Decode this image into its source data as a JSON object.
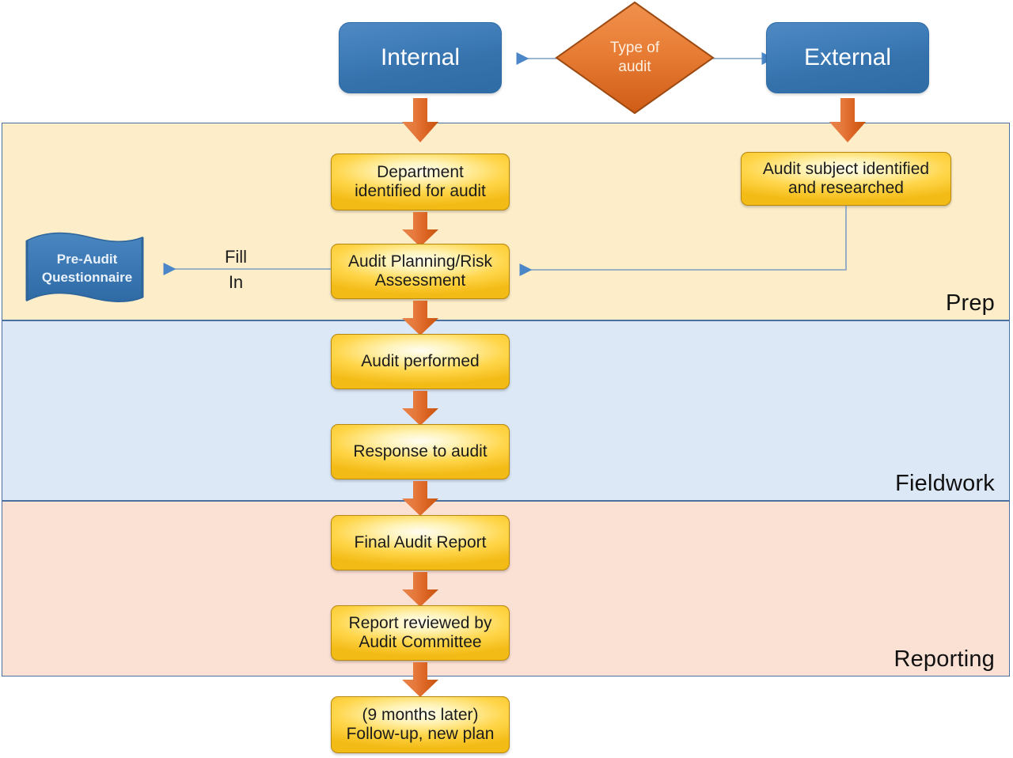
{
  "colors": {
    "band_prep": "#fdeec9",
    "band_fieldwork": "#dce8f5",
    "band_reporting": "#fbe0d4",
    "band_border": "#4a6fa0",
    "blue_node": "#3b78b4",
    "gold_node": "#ffd23f",
    "diamond_orange": "#e1722b",
    "arrow_orange": "#e1722b",
    "connector_blue": "#5b8fc9"
  },
  "bands": [
    {
      "id": "prep",
      "label": "Prep"
    },
    {
      "id": "fieldwork",
      "label": "Fieldwork"
    },
    {
      "id": "reporting",
      "label": "Reporting"
    }
  ],
  "decision": {
    "label_line1": "Type of",
    "label_line2": "audit"
  },
  "nodes": {
    "internal": "Internal",
    "external": "External",
    "department_identified": {
      "line1": "Department",
      "line2": "identified for audit"
    },
    "audit_subject": {
      "line1": "Audit subject identified",
      "line2": "and researched"
    },
    "audit_planning": {
      "line1": "Audit Planning/Risk",
      "line2": "Assessment"
    },
    "pre_audit_questionnaire": {
      "line1": "Pre-Audit",
      "line2": "Questionnaire"
    },
    "audit_performed": {
      "line1": "Audit performed",
      "line2": ""
    },
    "response_to_audit": {
      "line1": "Response to audit",
      "line2": ""
    },
    "final_audit_report": {
      "line1": "Final Audit Report",
      "line2": ""
    },
    "report_reviewed": {
      "line1": "Report reviewed by",
      "line2": "Audit Committee"
    },
    "followup": {
      "line1": "(9 months later)",
      "line2": "Follow-up, new plan"
    }
  },
  "edges": {
    "fill_in_top": "Fill",
    "fill_in_bottom": "In"
  }
}
